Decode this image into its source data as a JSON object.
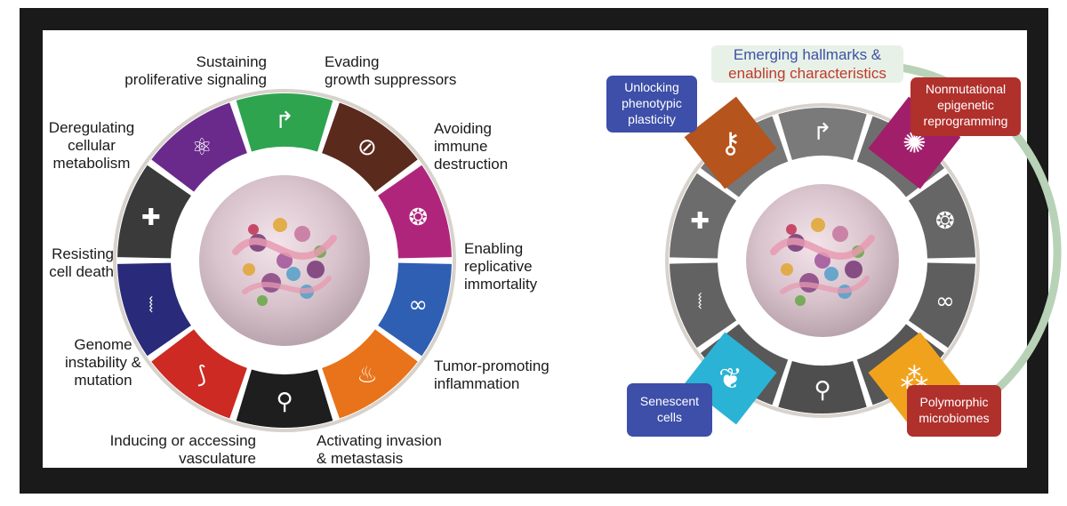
{
  "hallmarks": [
    {
      "lines": [
        "Sustaining",
        "proliferative signaling"
      ],
      "color": "#2ea44f",
      "icon": "arrow-turn-icon"
    },
    {
      "lines": [
        "Evading",
        "growth suppressors"
      ],
      "color": "#5a2a1c",
      "icon": "prohibition-icon"
    },
    {
      "lines": [
        "Avoiding",
        "immune",
        "destruction"
      ],
      "color": "#b0257c",
      "icon": "immune-cell-icon"
    },
    {
      "lines": [
        "Enabling",
        "replicative",
        "immortality"
      ],
      "color": "#2f5fb3",
      "icon": "infinity-icon"
    },
    {
      "lines": [
        "Tumor-promoting",
        "inflammation"
      ],
      "color": "#e8731a",
      "icon": "flame-icon"
    },
    {
      "lines": [
        "Activating invasion",
        "& metastasis"
      ],
      "color": "#1e1e1e",
      "icon": "cell-migration-icon"
    },
    {
      "lines": [
        "Inducing or accessing",
        "vasculature"
      ],
      "color": "#cc2a22",
      "icon": "blood-vessel-icon"
    },
    {
      "lines": [
        "Genome",
        "instability &",
        "mutation"
      ],
      "color": "#2a2a7a",
      "icon": "dna-icon"
    },
    {
      "lines": [
        "Resisting",
        "cell death"
      ],
      "color": "#3a3a3a",
      "icon": "cross-icon"
    },
    {
      "lines": [
        "Deregulating",
        "cellular",
        "metabolism"
      ],
      "color": "#6a2a8c",
      "icon": "atom-icon"
    }
  ],
  "emerging": {
    "title_lines": [
      "Emerging hallmarks &",
      "enabling characteristics"
    ],
    "title_colors": [
      "#3d52a5",
      "#c0392b"
    ],
    "items": [
      {
        "lines": [
          "Unlocking",
          "phenotypic",
          "plasticity"
        ],
        "color": "#3d4fa8",
        "segment_color": "#b5541c",
        "icon": "key-icon"
      },
      {
        "lines": [
          "Nonmutational",
          "epigenetic",
          "reprogramming"
        ],
        "color": "#b0302c",
        "segment_color": "#a11f6a",
        "icon": "chromatin-icon"
      },
      {
        "lines": [
          "Senescent",
          "cells"
        ],
        "color": "#3d4fa8",
        "segment_color": "#2bb3d6",
        "icon": "leaf-icon"
      },
      {
        "lines": [
          "Polymorphic",
          "microbiomes"
        ],
        "color": "#b0302c",
        "segment_color": "#f1a21c",
        "icon": "microbe-icon"
      }
    ]
  }
}
